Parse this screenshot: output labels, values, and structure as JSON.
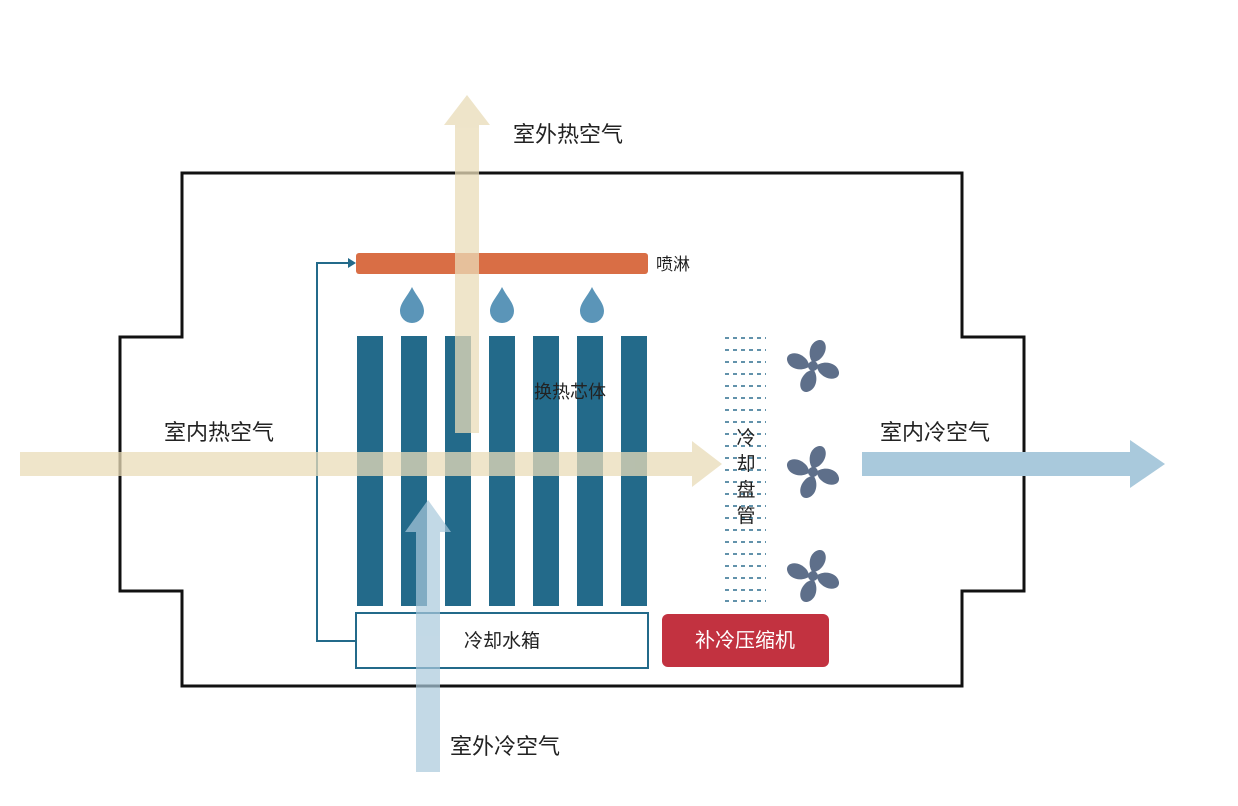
{
  "labels": {
    "outdoor_hot_air": "室外热空气",
    "spray": "喷淋",
    "heat_exchange_core": "换热芯体",
    "indoor_hot_air": "室内热空气",
    "indoor_cold_air": "室内冷空气",
    "cooling_coil_chars": [
      "冷",
      "却",
      "盘",
      "管"
    ],
    "cooling_water_tank": "冷却水箱",
    "supplementary_compressor": "补冷压缩机",
    "outdoor_cold_air": "室外冷空气"
  },
  "colors": {
    "hot_air_arrow": "#e9dcb8",
    "cold_air_arrow": "#a9c9dc",
    "core_bars": "#236a8a",
    "spray_bar": "#d96e45",
    "water_drop": "#5b95b8",
    "water_line": "#236a8a",
    "compressor": "#c23240",
    "fan": "#5e6f8a",
    "housing_outline": "#111111"
  },
  "icons": [
    "water-drop-icon",
    "fan-icon"
  ]
}
